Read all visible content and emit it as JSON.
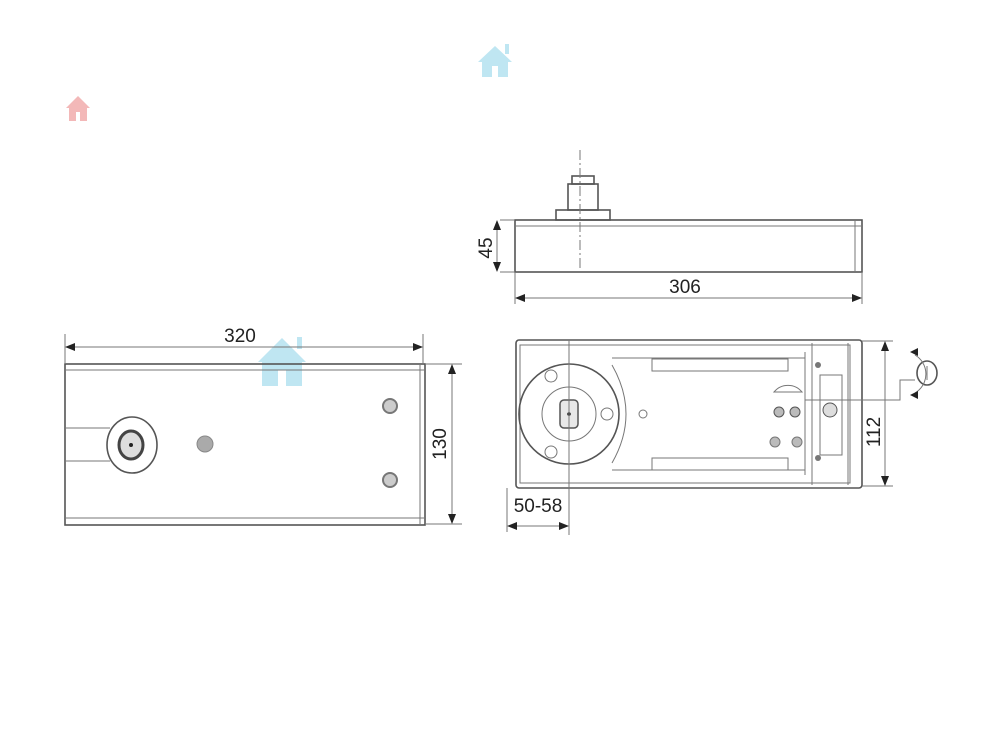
{
  "drawing": {
    "side_view": {
      "length_label": "306",
      "height_label": "45"
    },
    "front_view": {
      "length_label": "320",
      "width_label": "130"
    },
    "bottom_view": {
      "width_label": "112",
      "offset_label": "50-58"
    }
  },
  "colors": {
    "line": "#555555",
    "watermark_blue": "#bfe6f2",
    "watermark_red": "#f3b8b8"
  }
}
